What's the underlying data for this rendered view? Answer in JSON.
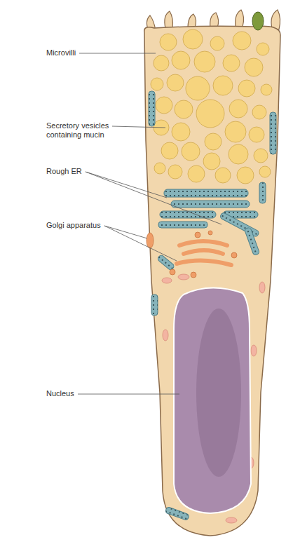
{
  "diagram": {
    "labels": [
      "Microvilli",
      "Secretory vesicles containing mucin",
      "Rough ER",
      "Golgi apparatus",
      "Nucleus"
    ]
  }
}
